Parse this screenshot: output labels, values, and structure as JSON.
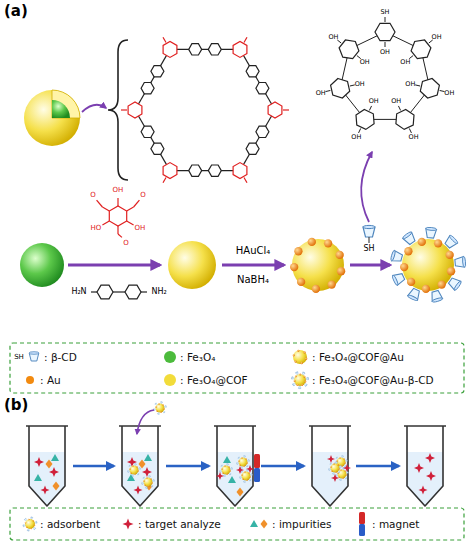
{
  "diagram": {
    "labels": [
      "(a)",
      "OH",
      "O",
      "OH",
      "O",
      "HO",
      "O",
      "H₂N",
      "NH₂",
      "HAuCl₄",
      "NaBH₄",
      "SH",
      "SH",
      "OH",
      "OH",
      "OH",
      "OH",
      "OH",
      "OH",
      "OH",
      "OH",
      "OH",
      "OH",
      "OH",
      "OH",
      "OH",
      "SH",
      "(b)"
    ],
    "legend": [
      {
        "text": ": β-CD"
      },
      {
        "text": ": Fe₃O₄",
        "color": "#4cbb3c"
      },
      {
        "text": ": Fe₃O₄@COF@Au"
      },
      {
        "text": ": Au",
        "color": "#f28a10"
      },
      {
        "text": ": Fe₃O₄@COF",
        "color": "#f2dc3a"
      },
      {
        "text": ": Fe₃O₄@COF@Au-β-CD"
      },
      {
        "text": ": adsorbent"
      },
      {
        "text": ": target analyze"
      },
      {
        "text": ": impurities"
      },
      {
        "text": ": magnet"
      }
    ]
  }
}
